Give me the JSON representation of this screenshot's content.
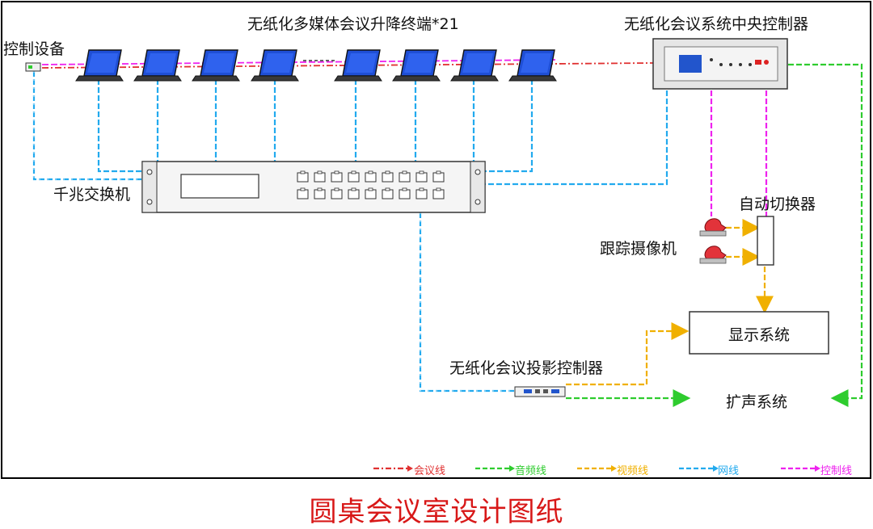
{
  "labels": {
    "terminals": "无纸化多媒体会议升降终端*21",
    "control_device": "控制设备",
    "central_controller": "无纸化会议系统中央控制器",
    "switch": "千兆交换机",
    "auto_switcher": "自动切换器",
    "tracking_camera": "跟踪摄像机",
    "display_system": "显示系统",
    "projection_controller": "无纸化会议投影控制器",
    "audio_system": "扩声系统",
    "ellipsis": "------"
  },
  "legend": [
    {
      "key": "meeting",
      "label": "会议线",
      "color": "#e03030"
    },
    {
      "key": "audio",
      "label": "音频线",
      "color": "#2ecc2e"
    },
    {
      "key": "video",
      "label": "视频线",
      "color": "#f0b000"
    },
    {
      "key": "network",
      "label": "网线",
      "color": "#22aaee"
    },
    {
      "key": "control",
      "label": "控制线",
      "color": "#ee22ee"
    }
  ],
  "title": "圆桌会议室设计图纸"
}
